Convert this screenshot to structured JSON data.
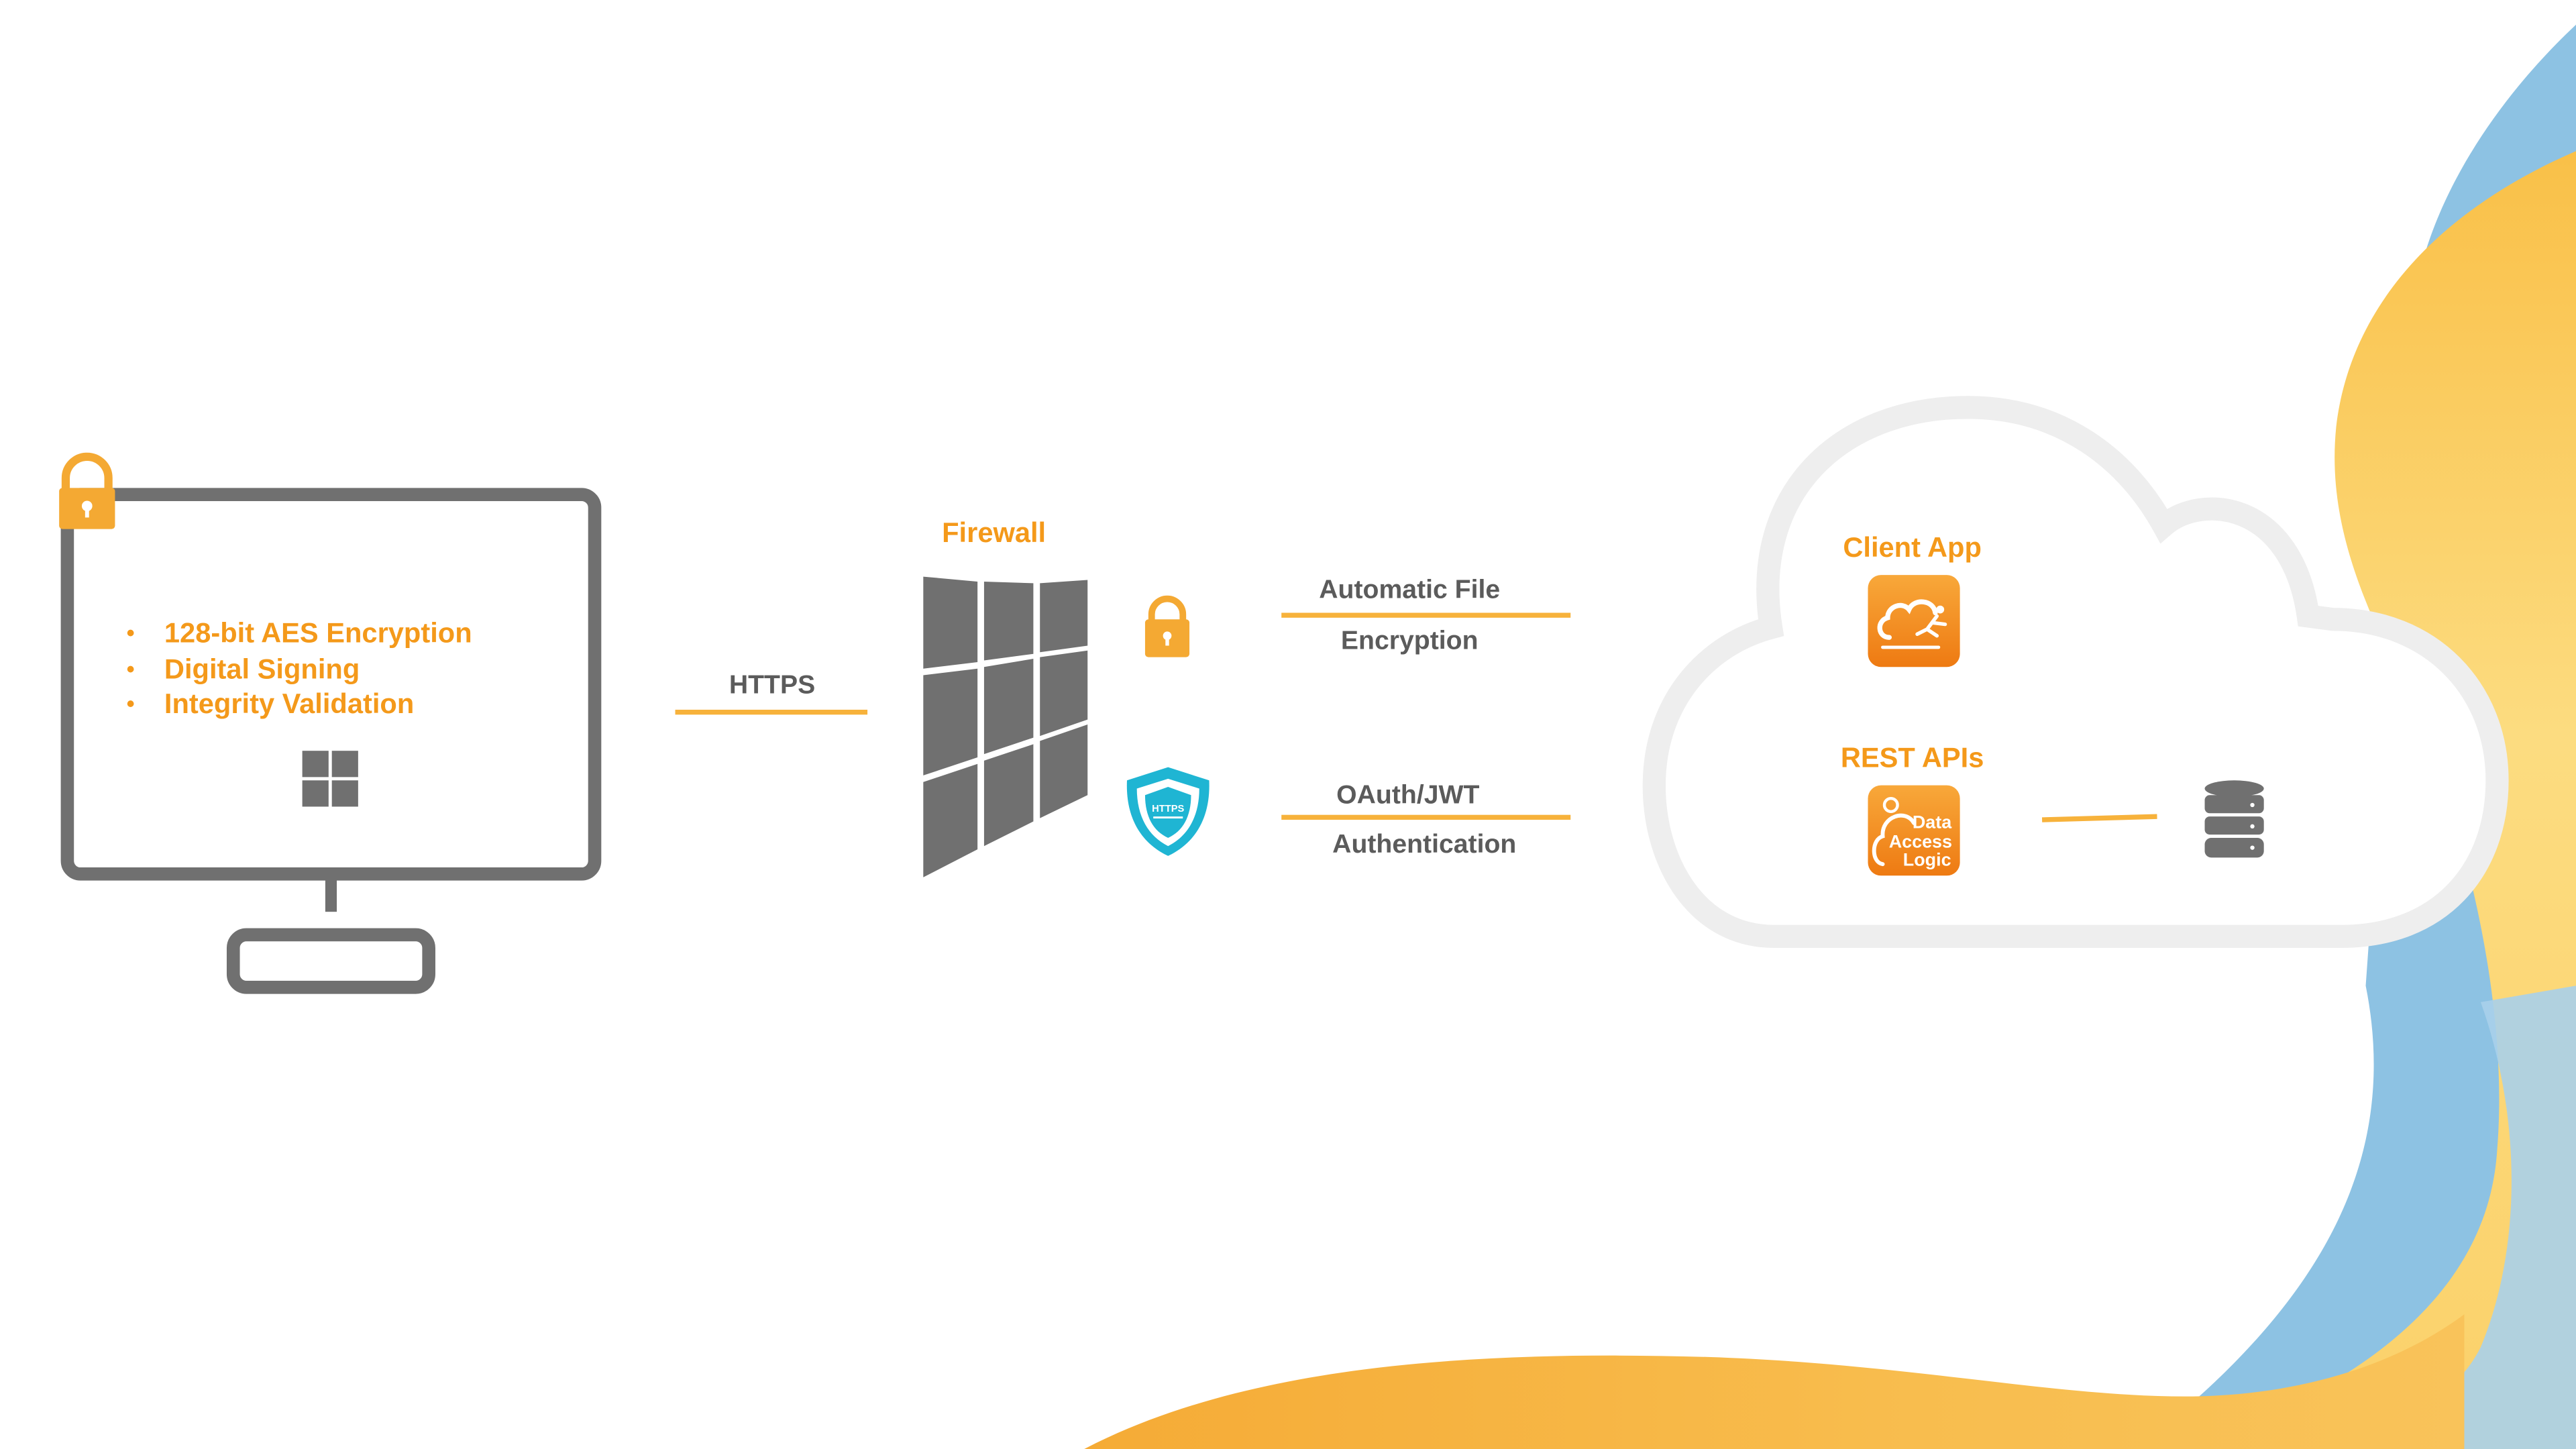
{
  "computer": {
    "features": [
      "128-bit AES Encryption",
      "Digital Signing",
      "Integrity Validation"
    ],
    "bullet": "•",
    "icons": [
      "lock-icon",
      "windows-logo-icon",
      "monitor-icon"
    ]
  },
  "connection": {
    "label": "HTTPS"
  },
  "firewall": {
    "title": "Firewall",
    "icons": [
      "firewall-wall-icon",
      "lock-icon",
      "https-shield-icon"
    ],
    "shield_text": "HTTPS"
  },
  "security": {
    "file_encryption": {
      "line1": "Automatic File",
      "line2": "Encryption"
    },
    "auth": {
      "line1": "OAuth/JWT",
      "line2": "Authentication"
    }
  },
  "cloud": {
    "client_app": {
      "label": "Client App",
      "icon": "cloud-runner-icon"
    },
    "rest_apis": {
      "label": "REST APIs",
      "icon": "data-access-logic-icon",
      "icon_text": [
        "Data",
        "Access",
        "Logic"
      ]
    },
    "database_icon": "database-icon"
  },
  "colors": {
    "accent_orange": "#f4991a",
    "text_grey": "#5b5b5b",
    "device_grey": "#707070",
    "line_orange": "#f7b23b",
    "cloud_outline": "#eeeeee",
    "shield_teal": "#1fb5d3",
    "blob_blue": "#8cc4e6",
    "blob_yellow": "#fbd56b"
  }
}
